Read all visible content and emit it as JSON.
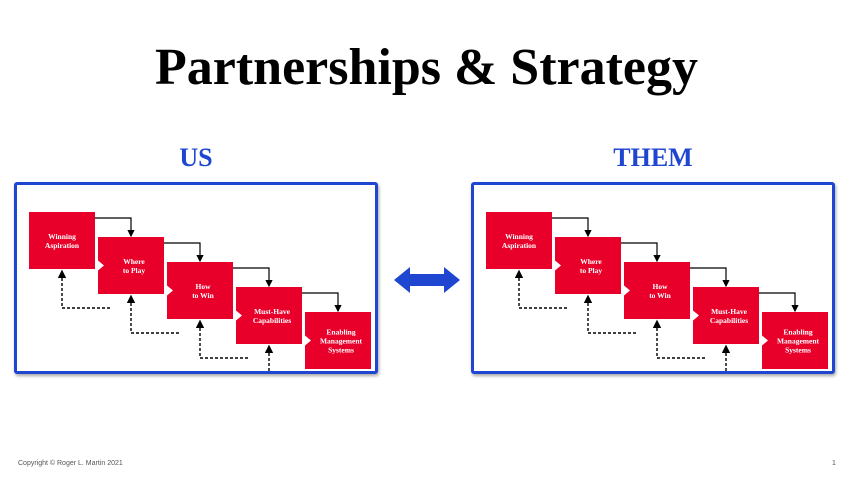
{
  "title": "Partnerships & Strategy",
  "left_panel": {
    "label": "US"
  },
  "right_panel": {
    "label": "THEM"
  },
  "cascade_steps": [
    [
      "Winning",
      "Aspiration"
    ],
    [
      "Where",
      "to Play"
    ],
    [
      "How",
      "to Win"
    ],
    [
      "Must-Have",
      "Capabilities"
    ],
    [
      "Enabling",
      "Management",
      "Systems"
    ]
  ],
  "footer": {
    "copyright": "Copyright © Roger L. Martin 2021",
    "page_number": "1"
  },
  "colors": {
    "title": "#000000",
    "accent_blue": "#1f46d1",
    "step_red": "#e8002a"
  },
  "icons": {
    "connector": "double-headed-arrow-icon"
  }
}
